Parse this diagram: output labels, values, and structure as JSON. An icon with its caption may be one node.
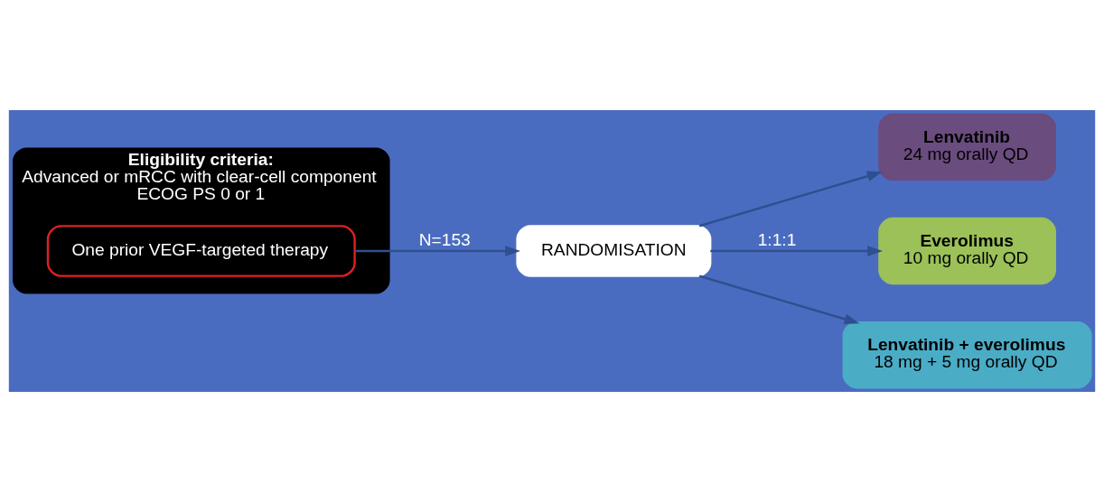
{
  "diagram": {
    "nodes": [
      {
        "text": [
          "Eligibility criteria:",
          "Advanced or mRCC with clear-cell component",
          "ECOG PS 0 or 1"
        ]
      },
      {
        "text": [
          "One prior VEGF-targeted therapy"
        ],
        "in": 0
      },
      {
        "text": [
          "RANDOMISATION"
        ]
      },
      {
        "text": [
          "Lenvatinib",
          "24 mg orally QD"
        ]
      },
      {
        "text": [
          "Everolimus",
          "10 mg orally QD"
        ]
      },
      {
        "text": [
          "Lenvatinib + everolimus",
          "18 mg + 5 mg orally QD"
        ]
      }
    ],
    "edges": [
      {
        "from": 1,
        "to": 2,
        "arrow": "to",
        "label": "N=153"
      },
      {
        "from": 2,
        "to": 3,
        "arrow": "to"
      },
      {
        "from": 2,
        "to": 4,
        "arrow": "to",
        "label": "1:1:1"
      },
      {
        "from": 2,
        "to": 5,
        "arrow": "to"
      }
    ]
  }
}
